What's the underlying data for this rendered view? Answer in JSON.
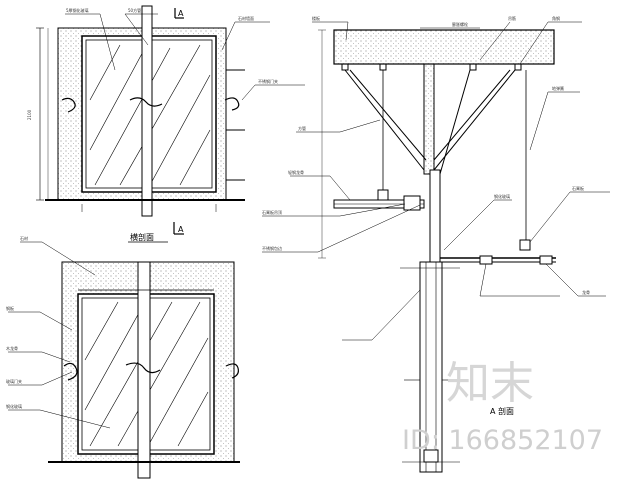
{
  "drawing": {
    "section_marks": [
      "A",
      "A"
    ],
    "plan_title": "横剖面",
    "bottom_caption": "A 剖面",
    "annotations": {
      "top_left_1": "5厚钢化玻璃",
      "top_left_2": "50方管",
      "top_left_3": "石材墙面",
      "top_left_4": "不锈钢门夹",
      "top_left_side": "2100",
      "bottom_left_1": "石材",
      "bottom_left_2": "钢板",
      "bottom_left_3": "木龙骨",
      "bottom_left_4": "玻璃门夹",
      "bottom_left_5": "钢化玻璃",
      "section_1": "楼板",
      "section_2": "膨胀螺栓",
      "section_3": "吊筋",
      "section_4": "角钢",
      "section_5": "方管",
      "section_6": "轻钢龙骨",
      "section_7": "石膏板吊顶",
      "section_8": "不锈钢包边",
      "section_9": "地弹簧",
      "section_10": "钢化玻璃",
      "section_11": "石膏板",
      "section_12": "龙骨"
    }
  },
  "watermark": {
    "brand": "知末",
    "id": "ID: 166852107"
  }
}
